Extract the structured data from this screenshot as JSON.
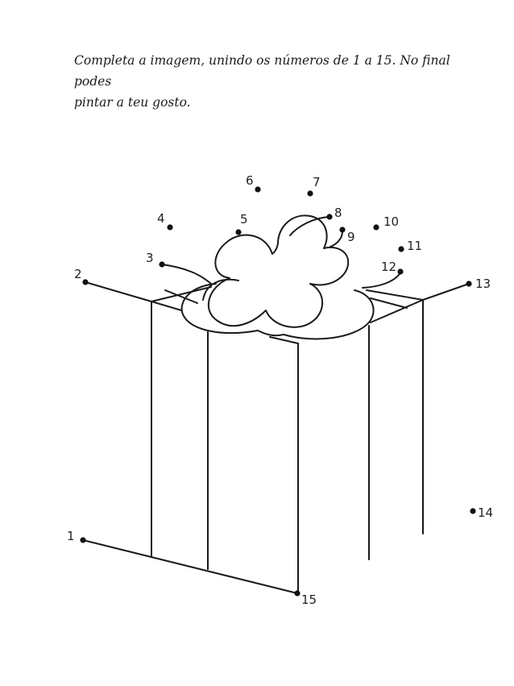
{
  "instructions": {
    "line1": "Completa a imagem, unindo os números de 1 a 15. No final podes",
    "line2": "pintar a teu gosto."
  },
  "dots": [
    {
      "n": "1"
    },
    {
      "n": "2"
    },
    {
      "n": "3"
    },
    {
      "n": "4"
    },
    {
      "n": "5"
    },
    {
      "n": "6"
    },
    {
      "n": "7"
    },
    {
      "n": "8"
    },
    {
      "n": "9"
    },
    {
      "n": "10"
    },
    {
      "n": "11"
    },
    {
      "n": "12"
    },
    {
      "n": "13"
    },
    {
      "n": "14"
    },
    {
      "n": "15"
    }
  ]
}
